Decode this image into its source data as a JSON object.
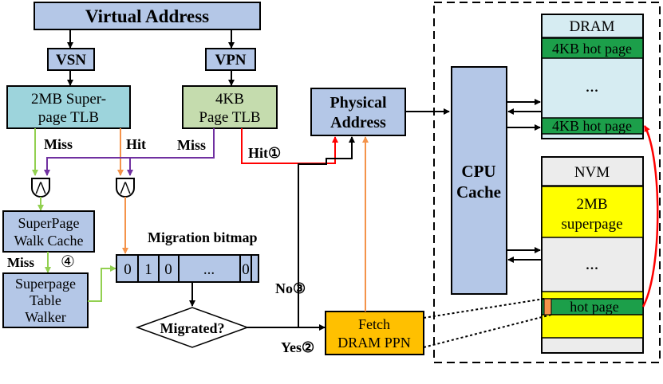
{
  "virtual_address": "Virtual Address",
  "vsn": "VSN",
  "vpn": "VPN",
  "superpage_tlb": {
    "line1": "2MB Super-",
    "line2": "page TLB"
  },
  "page_tlb": {
    "line1": "4KB",
    "line2": "Page TLB"
  },
  "physical_address": {
    "line1": "Physical",
    "line2": "Address"
  },
  "labels": {
    "miss_left": "Miss",
    "hit_mid": "Hit",
    "miss_mid": "Miss",
    "hit_one": "Hit①",
    "miss_four": "Miss",
    "circle_four": "④",
    "no_three": "No③",
    "yes_two": "Yes②"
  },
  "and_symbol": "⋀",
  "superpage_walk_cache": {
    "line1": "SuperPage",
    "line2": "Walk Cache"
  },
  "superpage_table_walker": {
    "line1": "Superpage",
    "line2": "Table",
    "line3": "Walker"
  },
  "migration_bitmap": {
    "title": "Migration bitmap",
    "cells": [
      "0",
      "1",
      "0",
      "...",
      "0",
      ""
    ]
  },
  "migrated": "Migrated?",
  "fetch": {
    "line1": "Fetch",
    "line2": "DRAM PPN"
  },
  "cpu_cache": {
    "line1": "CPU",
    "line2": "Cache"
  },
  "dram": {
    "title": "DRAM",
    "hot_page_top": "4KB hot page",
    "ellipsis": "...",
    "hot_page_bottom": "4KB hot page"
  },
  "nvm": {
    "title": "NVM",
    "superpage_line1": "2MB",
    "superpage_line2": "superpage",
    "ellipsis": "...",
    "hot_page": "hot page"
  },
  "colors": {
    "blue_box": "#b4c7e7",
    "teal_box": "#9dd4dc",
    "green_box": "#c5dcae",
    "dram_bg": "#d6ecf2",
    "nvm_bg": "#ececec",
    "hot_green": "#1c9f4a",
    "yellow": "#ffff00",
    "orange_box": "#ffc000",
    "purple": "#7030a0",
    "red": "#ff0000",
    "orange_line": "#f4934a",
    "light_green_line": "#92d050"
  }
}
